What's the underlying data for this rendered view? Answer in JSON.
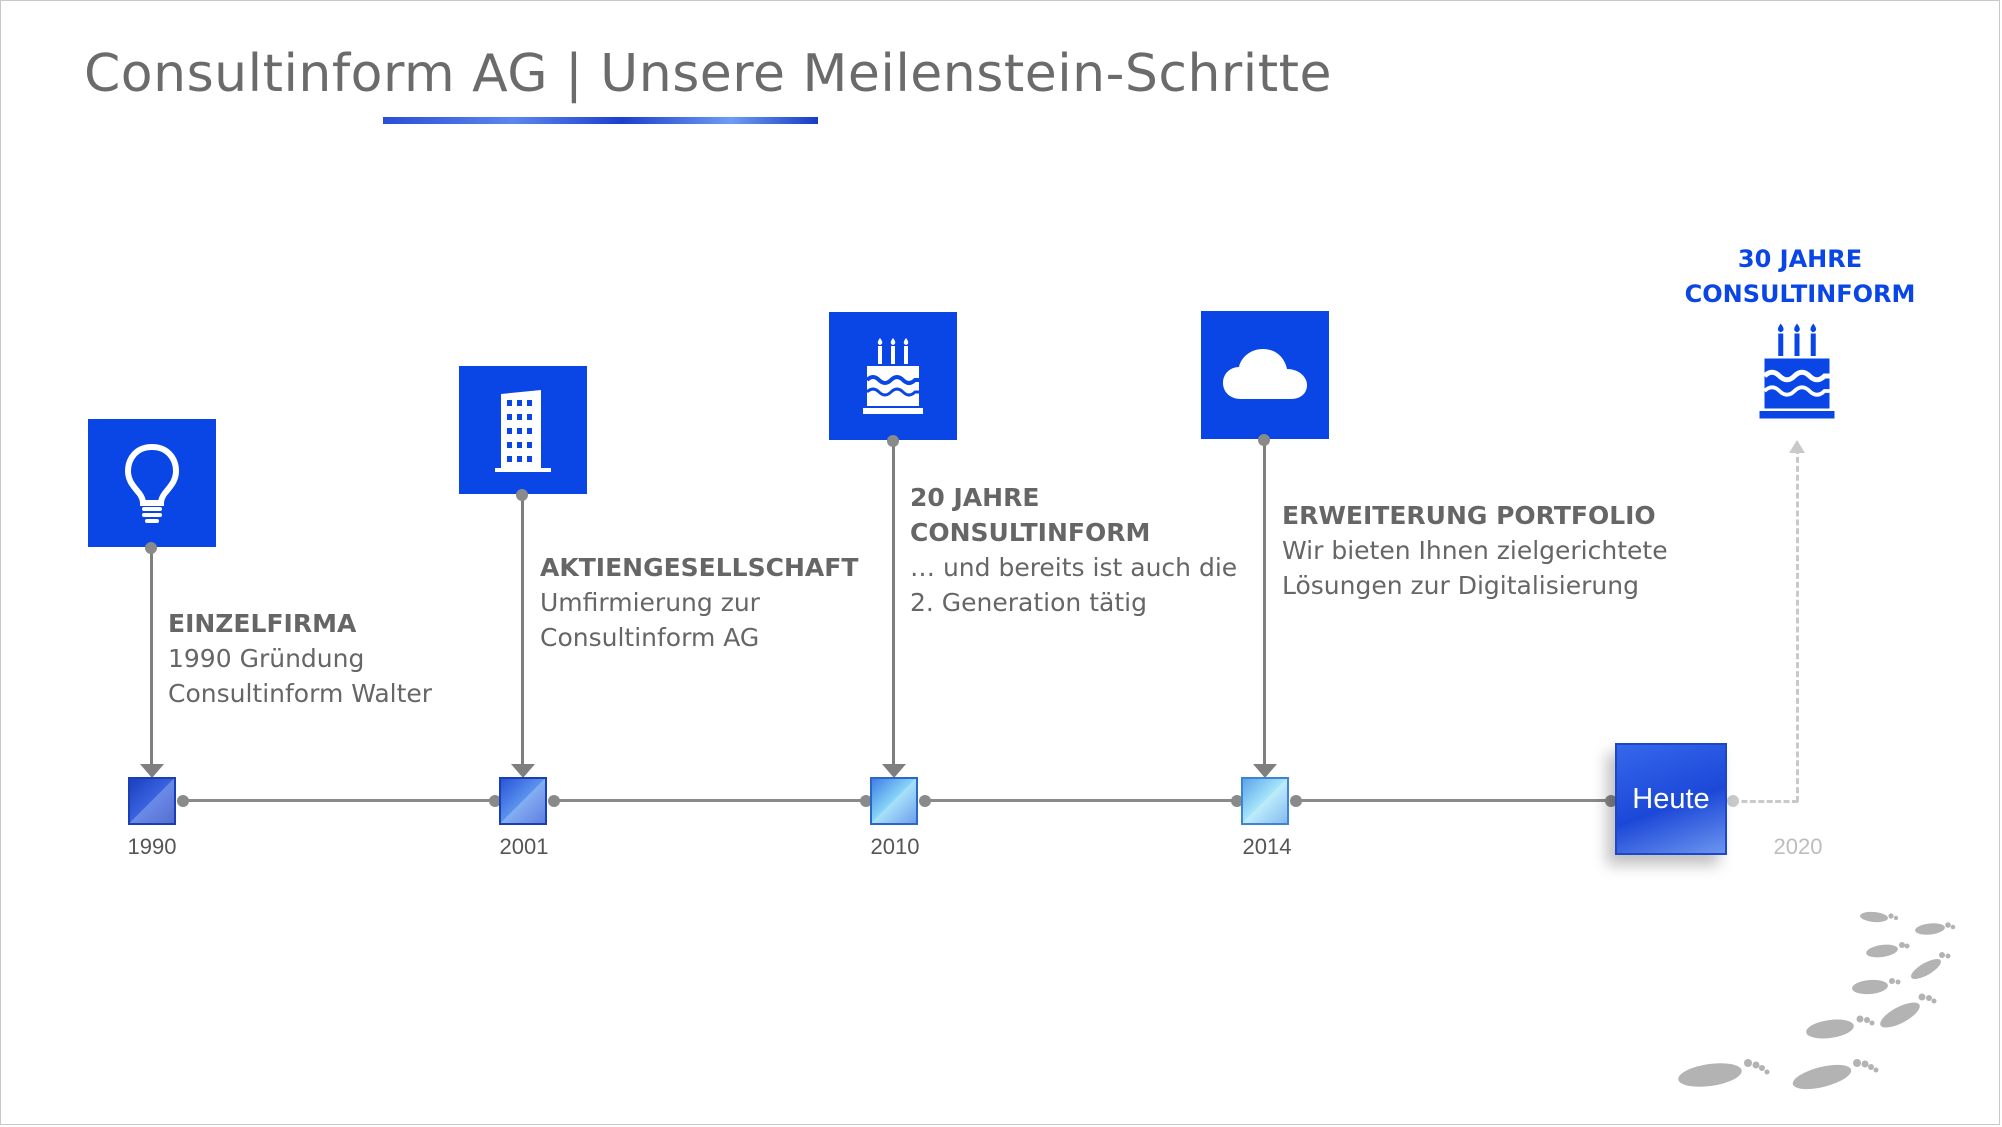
{
  "slide": {
    "title": "Consultinform AG | Unsere Meilenstein-Schritte"
  },
  "milestones": [
    {
      "year": "1990",
      "heading": "EINZELFIRMA",
      "line1": "1990 Gründung",
      "line2": "Consultinform Walter",
      "icon": "lightbulb-icon"
    },
    {
      "year": "2001",
      "heading": "AKTIENGESELLSCHAFT",
      "line1": "Umfirmierung zur",
      "line2": "Consultinform AG",
      "icon": "office-building-icon"
    },
    {
      "year": "2010",
      "heading1": "20 JAHRE",
      "heading2": "CONSULTINFORM",
      "line1": "… und bereits ist auch die",
      "line2": "2. Generation tätig",
      "icon": "birthday-cake-icon"
    },
    {
      "year": "2014",
      "heading": "ERWEITERUNG PORTFOLIO",
      "line1": "Wir bieten Ihnen zielgerichtete",
      "line2": "Lösungen zur Digitalisierung",
      "icon": "cloud-icon"
    }
  ],
  "today": {
    "label": "Heute"
  },
  "future": {
    "year": "2020",
    "line1": "30 JAHRE",
    "line2": "CONSULTINFORM",
    "icon": "birthday-cake-icon"
  },
  "decoration": {
    "icon": "footprints-icon"
  },
  "colors": {
    "accent": "#0a46e6",
    "text": "#666666",
    "line": "#8a8a8a",
    "faded": "#c9c9c9"
  }
}
